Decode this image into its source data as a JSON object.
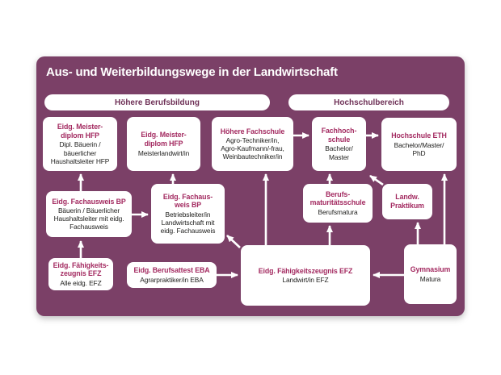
{
  "title": "Aus- und Weiterbildungswege in der Landwirtschaft",
  "colors": {
    "card_bg": "#7b4067",
    "box_bg": "#ffffff",
    "box_title": "#a32a60",
    "pill_text": "#6e3056",
    "body_text": "#1d1d1b",
    "arrow": "#ffffff"
  },
  "pills": [
    {
      "id": "hoehere-berufsbildung",
      "label": "Höhere Berufsbildung"
    },
    {
      "id": "hochschulbereich",
      "label": "Hochschulbereich"
    }
  ],
  "boxes": [
    {
      "id": "meisterdiplom-hfp-hauswirtschaft",
      "title": "Eidg. Meister-\ndiplom HFP",
      "body": "Dipl. Bäuerin /\nbäuerlicher\nHaushaltsleiter HFP"
    },
    {
      "id": "meisterdiplom-hfp-landwirt",
      "title": "Eidg. Meister-\ndiplom HFP",
      "body": "Meisterlandwirt/in"
    },
    {
      "id": "hoehere-fachschule",
      "title": "Höhere Fachschule",
      "body": "Agro-Techniker/in,\nAgro-Kaufmann/-frau,\nWeinbautechniker/in"
    },
    {
      "id": "fachhochschule",
      "title": "Fachhoch-\nschule",
      "body": "Bachelor/\nMaster"
    },
    {
      "id": "hochschule-eth",
      "title": "Hochschule ETH",
      "body": "Bachelor/Master/\nPhD"
    },
    {
      "id": "fachausweis-bp-baeuerin",
      "title": "Eidg. Fachausweis BP",
      "body": "Bäuerin / Bäuerlicher\nHaushaltsleiter mit eidg.\nFachausweis"
    },
    {
      "id": "fachausweis-bp-betriebsleiter",
      "title": "Eidg. Fachaus-\nweis BP",
      "body": "Betriebsleiter/in\nLandwirtschaft mit\neidg. Fachausweis"
    },
    {
      "id": "berufsmaturitaetsschule",
      "title": "Berufs-\nmaturitätsschule",
      "body": "Berufsmatura"
    },
    {
      "id": "landw-praktikum",
      "title": "Landw.\nPraktikum",
      "body": ""
    },
    {
      "id": "efz-alle",
      "title": "Eidg. Fähigkeits-\nzeugnis EFZ",
      "body": "Alle eidg. EFZ"
    },
    {
      "id": "berufsattest-eba",
      "title": "Eidg. Berufsattest EBA",
      "body": "Agrarpraktiker/in EBA"
    },
    {
      "id": "efz-landwirt",
      "title": "Eidg. Fähigkeitszeugnis EFZ",
      "body": "Landwirt/in EFZ"
    },
    {
      "id": "gymnasium",
      "title": "Gymnasium",
      "body": "Matura"
    }
  ],
  "arrows": [
    {
      "from": "efz-alle",
      "to": "fachausweis-bp-baeuerin"
    },
    {
      "from": "fachausweis-bp-baeuerin",
      "to": "meisterdiplom-hfp-hauswirtschaft"
    },
    {
      "from": "fachausweis-bp-baeuerin",
      "to": "fachausweis-bp-betriebsleiter"
    },
    {
      "from": "fachausweis-bp-betriebsleiter",
      "to": "meisterdiplom-hfp-landwirt"
    },
    {
      "from": "efz-landwirt",
      "to": "fachausweis-bp-betriebsleiter"
    },
    {
      "from": "efz-landwirt",
      "to": "hoehere-fachschule"
    },
    {
      "from": "berufsattest-eba",
      "to": "efz-landwirt"
    },
    {
      "from": "hoehere-fachschule",
      "to": "fachhochschule"
    },
    {
      "from": "fachhochschule",
      "to": "hochschule-eth"
    },
    {
      "from": "efz-landwirt",
      "to": "berufsmaturitaetsschule"
    },
    {
      "from": "berufsmaturitaetsschule",
      "to": "fachhochschule"
    },
    {
      "from": "landw-praktikum",
      "to": "fachhochschule"
    },
    {
      "from": "gymnasium",
      "to": "landw-praktikum"
    },
    {
      "from": "gymnasium",
      "to": "hochschule-eth"
    },
    {
      "from": "gymnasium",
      "to": "efz-landwirt"
    }
  ]
}
